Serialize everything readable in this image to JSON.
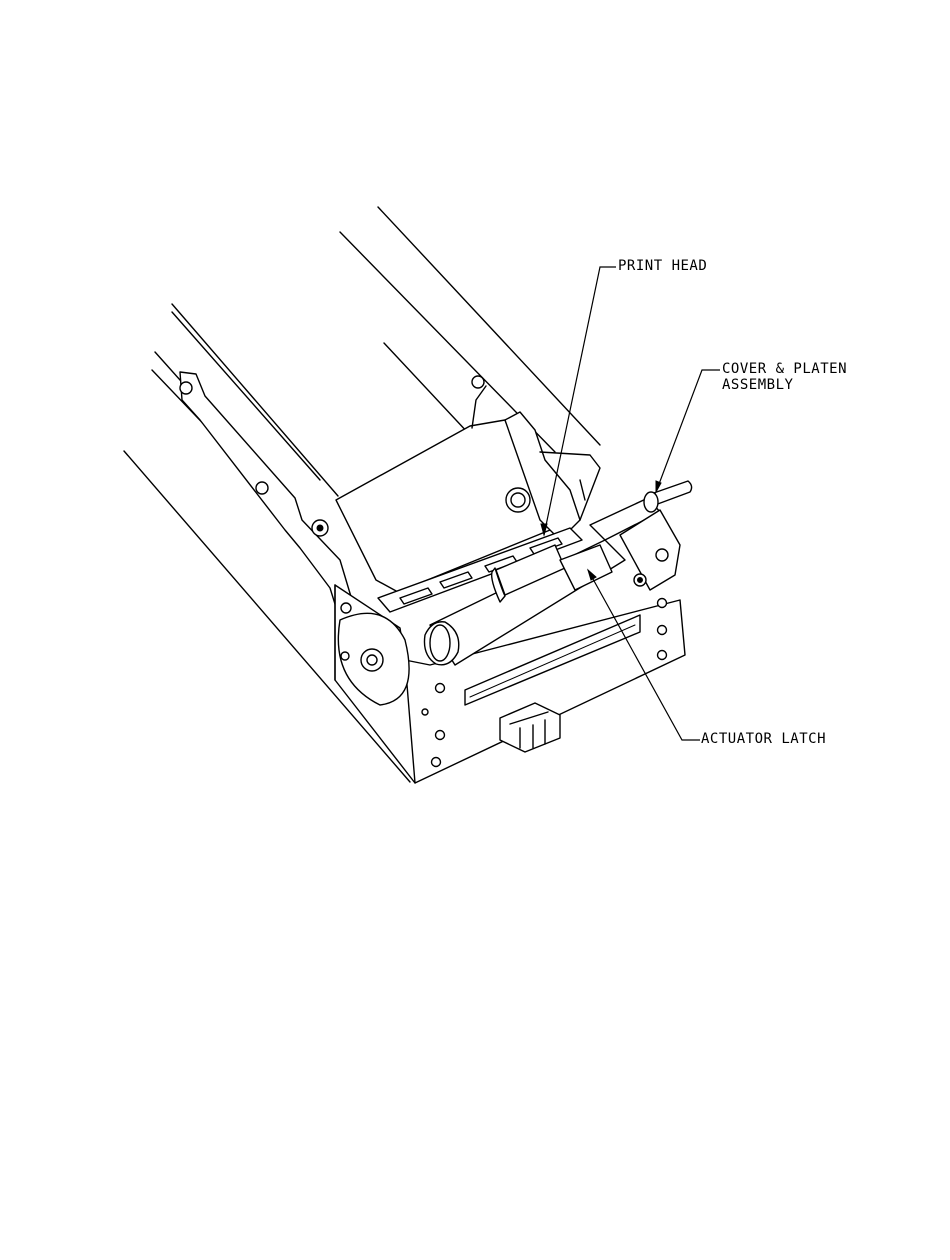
{
  "callouts": {
    "print_head": "PRINT HEAD",
    "cover_platen_line1": "COVER & PLATEN",
    "cover_platen_line2": "ASSEMBLY",
    "actuator_latch": "ACTUATOR LATCH"
  },
  "colors": {
    "line": "#000000",
    "background": "#ffffff"
  }
}
